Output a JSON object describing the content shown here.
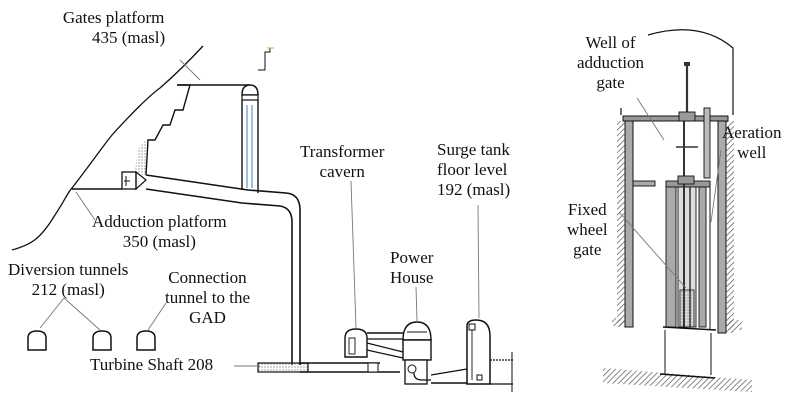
{
  "labels": {
    "gates_platform": [
      "Gates platform",
      "435 (masl)"
    ],
    "adduction_platform": [
      "Adduction platform",
      "350 (masl)"
    ],
    "diversion_tunnels": [
      "Diversion tunnels",
      "212 (masl)"
    ],
    "connection_tunnel": [
      "Connection",
      "tunnel to the",
      "GAD"
    ],
    "turbine_shaft": [
      "Turbine Shaft 208"
    ],
    "transformer_cavern": [
      "Transformer",
      "cavern"
    ],
    "power_house": [
      "Power",
      "House"
    ],
    "surge_tank": [
      "Surge tank",
      "floor level",
      "192 (masl)"
    ],
    "well_of_adduction_gate": [
      "Well of",
      "adduction",
      "gate"
    ],
    "aeration_well": [
      "Aeration",
      "well"
    ],
    "fixed_wheel_gate": [
      "Fixed",
      "wheel",
      "gate"
    ]
  },
  "colors": {
    "line": "#111111",
    "leader": "#777777",
    "water": "#7fa9d6",
    "hatch": "#555555"
  }
}
